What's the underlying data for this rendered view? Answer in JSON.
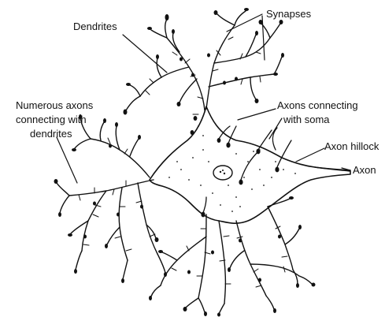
{
  "labels": {
    "synapses": "Synapses",
    "dendrites": "Dendrites",
    "axons_connecting_soma_line1": "Axons connecting",
    "axons_connecting_soma_line2": "with soma",
    "numerous_axons_line1": "Numerous axons",
    "numerous_axons_line2": "connecting with",
    "numerous_axons_line3": "dendrites",
    "axon_hillock": "Axon hillock",
    "axon": "Axon"
  },
  "colors": {
    "ink": "#111111",
    "background": "#ffffff"
  }
}
